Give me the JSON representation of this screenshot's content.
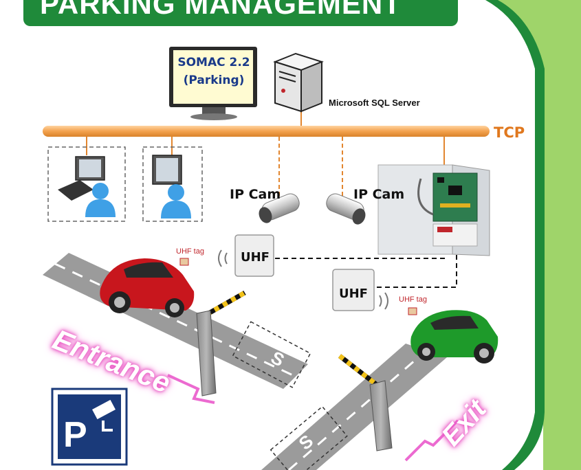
{
  "title": "PARKING MANAGEMENT",
  "software": {
    "line1": "SOMAC 2.2",
    "line2": "(Parking)"
  },
  "server_label": "Microsoft SQL Server",
  "network_label": "TCP",
  "camera_labels": [
    "IP Cam",
    "IP Cam"
  ],
  "reader_labels": [
    "UHF",
    "UHF"
  ],
  "tag_labels": [
    "UHF tag",
    "UHF tag"
  ],
  "lanes": {
    "entrance": "Entrance",
    "exit": "Exit"
  },
  "colors": {
    "banner": "#1f8a3a",
    "network_bus": "#f3a24e",
    "border_green": "#1f8a3a",
    "border_light": "#9fd46a",
    "entrance_car": "#c8161d",
    "exit_car": "#1e9a2a",
    "glow": "#e84fc0"
  },
  "icons": [
    "computer-monitor-icon",
    "server-tower-icon",
    "workstation-user-icon",
    "ip-camera-icon",
    "controller-panel-icon",
    "uhf-reader-icon",
    "car-icon",
    "barrier-gate-icon",
    "parking-camera-sign-icon"
  ]
}
